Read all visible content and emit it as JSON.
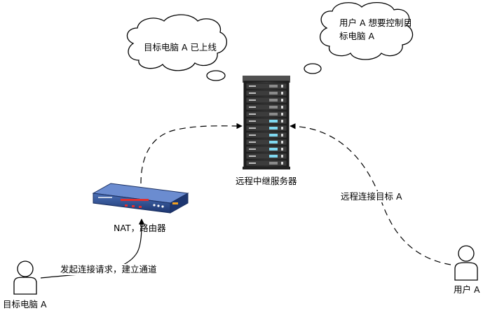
{
  "clouds": {
    "target_online": "目标电脑 A 已上线",
    "user_wants_line1": "用户 A 想要控制目",
    "user_wants_line2": "标电脑 A"
  },
  "nodes": {
    "relay_server": "远程中继服务器",
    "router": "NAT，路由器",
    "target_pc": "目标电脑 A",
    "user_a": "用户 A"
  },
  "edges": {
    "initiate_connection": "发起连接请求，建立通道",
    "connect_target": "远程连接目标 A"
  },
  "colors": {
    "server_body": "#2d2d2d",
    "server_led": "#7fd8f0",
    "router_body": "#2b4a8c",
    "router_led": "#e03030",
    "line": "#000000"
  }
}
